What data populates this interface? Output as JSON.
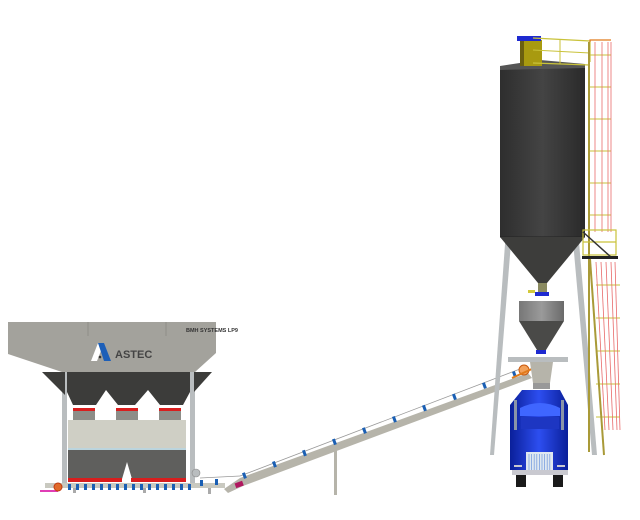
{
  "figure": {
    "title": "BMH Systems LP9 mobile batch plant with silo and truck load-out",
    "hopper_label": "BMH SYSTEMS LP9",
    "brand_name": "ASTEC",
    "colors": {
      "hopper_body": "#a3a29c",
      "hopper_dark": "#3c3c3a",
      "silo": "#3a3a3a",
      "legs": "#b9bdbf",
      "conveyor": "#b6b4aa",
      "idler": "#1a5fb4",
      "truck": "#1733c8",
      "railing": "#c9c23a",
      "ladder_cage": "#e86a6a",
      "accent_red": "#d81e1e",
      "brand_blue": "#1d5fb8"
    }
  }
}
